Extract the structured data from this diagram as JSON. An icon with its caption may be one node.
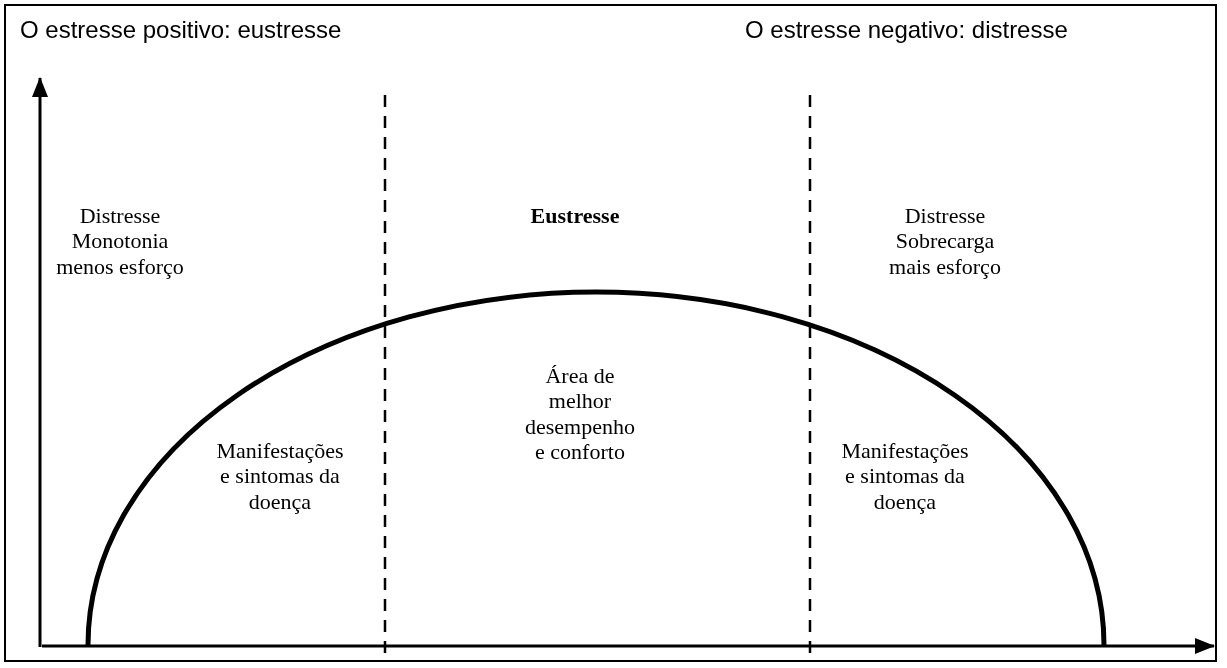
{
  "diagram": {
    "labels": [
      "O estresse positivo: eustresse",
      "O estresse negativo: distresse",
      "Distresse Monotonia menos esforço",
      "Eustresse",
      "Distresse Sobrecarga mais esforço",
      "Área de melhor desempenho e conforto",
      "Manifestações e sintomas da doença",
      "Manifestações e sintomas da doença"
    ]
  }
}
